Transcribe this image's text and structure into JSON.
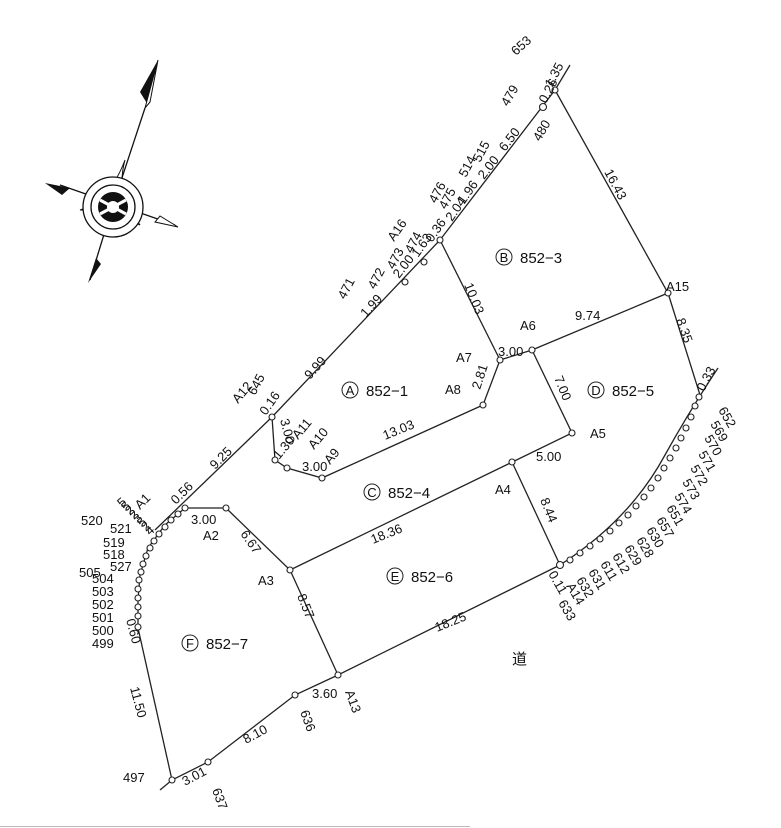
{
  "road_label": "道",
  "lots": [
    {
      "letter": "A",
      "number": "852−1"
    },
    {
      "letter": "B",
      "number": "852−3"
    },
    {
      "letter": "C",
      "number": "852−4"
    },
    {
      "letter": "D",
      "number": "852−5"
    },
    {
      "letter": "E",
      "number": "852−6"
    },
    {
      "letter": "F",
      "number": "852−7"
    }
  ],
  "dimensions": [
    "1.35",
    "0.26",
    "6.50",
    "2.00",
    "1.96",
    "2.04",
    "1.63",
    "0.36",
    "2.00",
    "1.99",
    "9.99",
    "0.16",
    "9.25",
    "0.56",
    "3.00",
    "6.67",
    "8.57",
    "3.60",
    "8.10",
    "3.01",
    "11.50",
    "0.60",
    "16.43",
    "8.35",
    "9.74",
    "10.03",
    "3.00",
    "2.81",
    "7.00",
    "13.03",
    "3.00",
    "1.30",
    "3.00",
    "5.00",
    "18.36",
    "8.44",
    "18.25",
    "0.11",
    "0.33"
  ],
  "points": [
    "A1",
    "A2",
    "A3",
    "A4",
    "A5",
    "A6",
    "A7",
    "A8",
    "A9",
    "A10",
    "A11",
    "A12",
    "A13",
    "A14",
    "A15",
    "A16"
  ],
  "markers": [
    "653",
    "479",
    "480",
    "515",
    "514",
    "476",
    "475",
    "474",
    "473",
    "472",
    "471",
    "645",
    "520",
    "521",
    "519",
    "518",
    "527",
    "505",
    "504",
    "503",
    "502",
    "501",
    "500",
    "499",
    "497",
    "637",
    "636",
    "633",
    "632",
    "631",
    "611",
    "612",
    "629",
    "628",
    "630",
    "657",
    "651",
    "574",
    "573",
    "572",
    "571",
    "570",
    "569",
    "652"
  ],
  "markers_stacked_a1": [
    "5",
    "5",
    "2",
    "2",
    "3",
    "5",
    "2",
    "4"
  ]
}
